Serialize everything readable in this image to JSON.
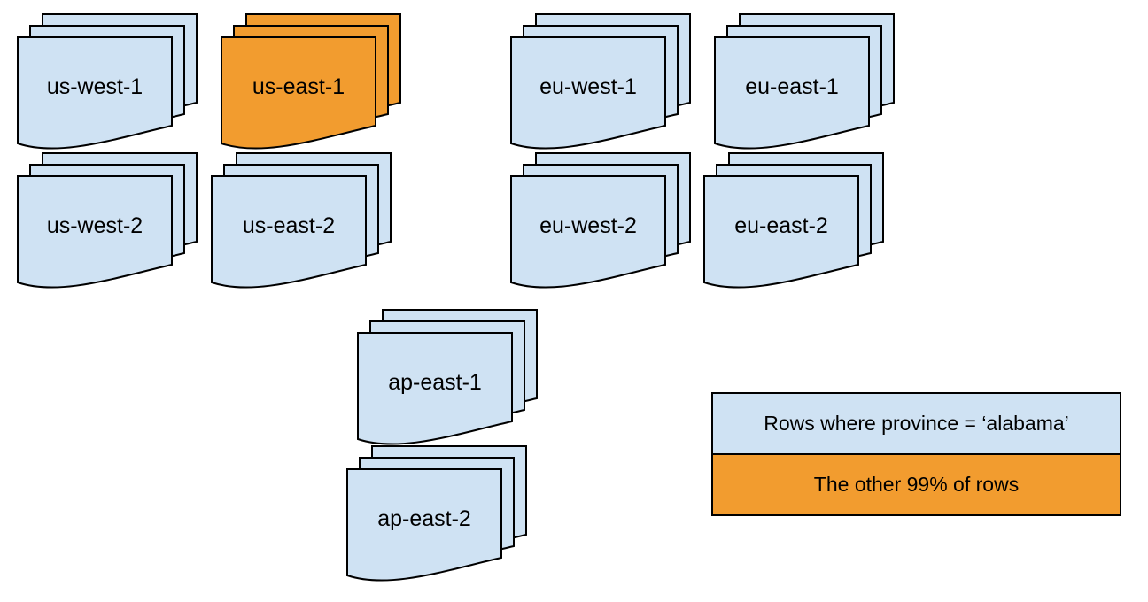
{
  "colors": {
    "region_fill": "#cfe2f3",
    "highlight_fill": "#f29c2f",
    "stroke": "#000000",
    "background": "#ffffff"
  },
  "stacks": [
    {
      "id": "us-west-1",
      "label": "us-west-1",
      "color": "#cfe2f3"
    },
    {
      "id": "us-east-1",
      "label": "us-east-1",
      "color": "#f29c2f"
    },
    {
      "id": "eu-west-1",
      "label": "eu-west-1",
      "color": "#cfe2f3"
    },
    {
      "id": "eu-east-1",
      "label": "eu-east-1",
      "color": "#cfe2f3"
    },
    {
      "id": "us-west-2",
      "label": "us-west-2",
      "color": "#cfe2f3"
    },
    {
      "id": "us-east-2",
      "label": "us-east-2",
      "color": "#cfe2f3"
    },
    {
      "id": "eu-west-2",
      "label": "eu-west-2",
      "color": "#cfe2f3"
    },
    {
      "id": "eu-east-2",
      "label": "eu-east-2",
      "color": "#cfe2f3"
    },
    {
      "id": "ap-east-1",
      "label": "ap-east-1",
      "color": "#cfe2f3"
    },
    {
      "id": "ap-east-2",
      "label": "ap-east-2",
      "color": "#cfe2f3"
    }
  ],
  "legend": {
    "rows": [
      {
        "label": "Rows where province = ‘alabama’",
        "color": "#cfe2f3"
      },
      {
        "label": "The other 99% of rows",
        "color": "#f29c2f"
      }
    ]
  }
}
